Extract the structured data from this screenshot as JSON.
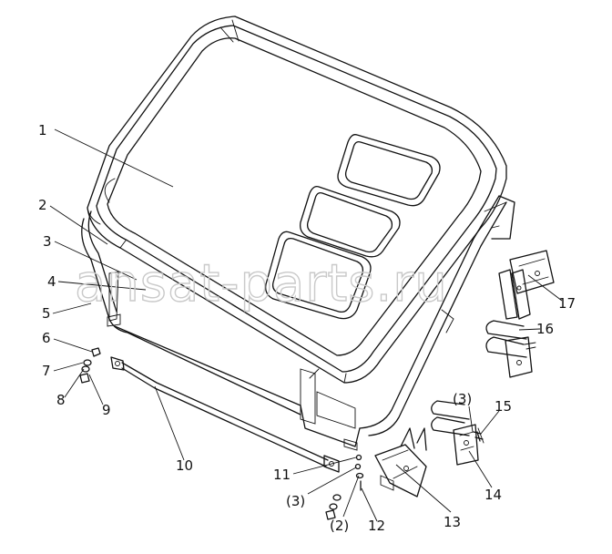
{
  "watermark": "ansat-parts.ru",
  "callouts": [
    {
      "id": "c1",
      "text": "1"
    },
    {
      "id": "c2",
      "text": "2"
    },
    {
      "id": "c3",
      "text": "3"
    },
    {
      "id": "c4",
      "text": "4"
    },
    {
      "id": "c5",
      "text": "5"
    },
    {
      "id": "c6",
      "text": "6"
    },
    {
      "id": "c7",
      "text": "7"
    },
    {
      "id": "c8",
      "text": "8"
    },
    {
      "id": "c9",
      "text": "9"
    },
    {
      "id": "c10",
      "text": "10"
    },
    {
      "id": "c11",
      "text": "11"
    },
    {
      "id": "c3b",
      "text": "(3)"
    },
    {
      "id": "c2b",
      "text": "(2)"
    },
    {
      "id": "c12",
      "text": "12"
    },
    {
      "id": "c13",
      "text": "13"
    },
    {
      "id": "c3c",
      "text": "(3)"
    },
    {
      "id": "c15",
      "text": "15"
    },
    {
      "id": "c14",
      "text": "14"
    },
    {
      "id": "c16",
      "text": "16"
    },
    {
      "id": "c17",
      "text": "17"
    }
  ]
}
